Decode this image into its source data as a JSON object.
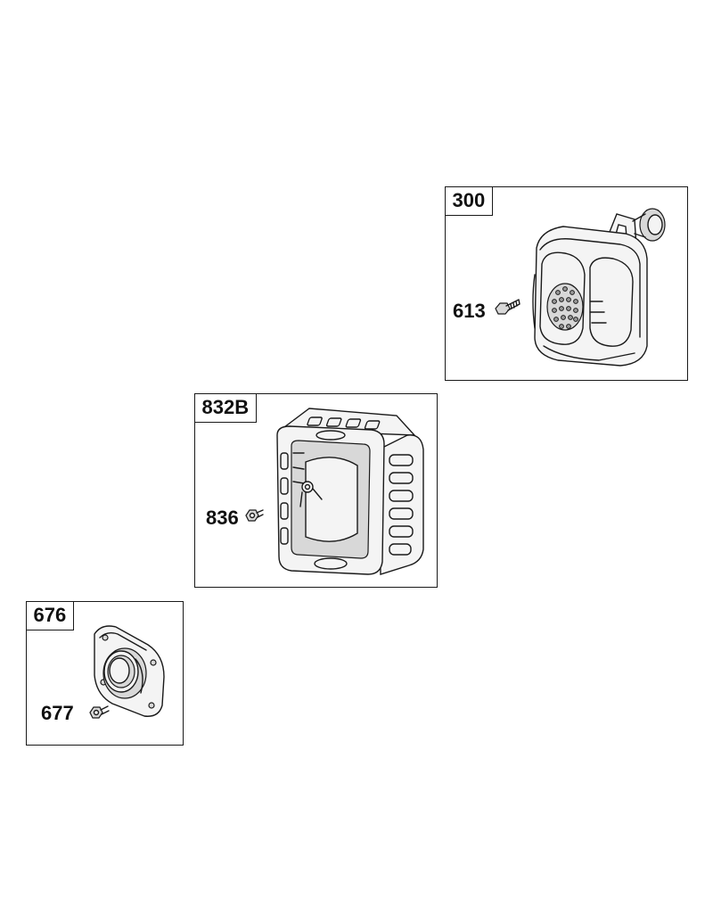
{
  "panels": [
    {
      "id": "muffler",
      "part_number": "300",
      "callout": "613",
      "part_icon": "muffler-icon",
      "callout_icon": "bolt-icon"
    },
    {
      "id": "guard",
      "part_number": "832B",
      "callout": "836",
      "part_icon": "muffler-guard-icon",
      "callout_icon": "bolt-icon"
    },
    {
      "id": "flange",
      "part_number": "676",
      "callout": "677",
      "part_icon": "exhaust-flange-icon",
      "callout_icon": "bolt-icon"
    }
  ]
}
